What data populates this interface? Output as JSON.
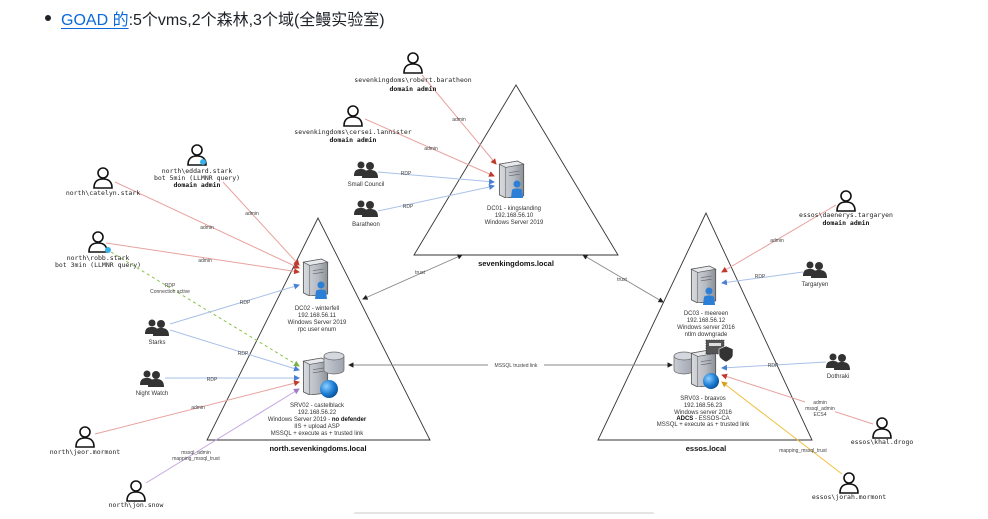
{
  "header": {
    "link_text": "GOAD 的",
    "description": " :5个vms,2个森林,3个域(全鳗实验室)",
    "link_color": "#0969da"
  },
  "colors": {
    "admin_edge": "#e8a29e",
    "admin_arrow": "#c0392b",
    "rdp_edge": "#a9c1e8",
    "rdp_arrow": "#4a7fd4",
    "rdp_active_edge": "#8bc34a",
    "mssql_edge": "#c3a6e0",
    "jorah_edge": "#f0c040",
    "trust_edge": "#888888",
    "domain_border": "#333333"
  },
  "domains": [
    {
      "id": "sevenkingdoms",
      "label": "sevenkingdoms.local"
    },
    {
      "id": "north",
      "label": "north.sevenkingdoms.local"
    },
    {
      "id": "essos",
      "label": "essos.local"
    }
  ],
  "servers": {
    "dc01": {
      "lines": [
        "DC01 - kingslanding",
        "192.168.56.10",
        "Windows Server 2019"
      ]
    },
    "dc02": {
      "lines": [
        "DC02 - winterfell",
        "192.168.56.11",
        "Windows Server 2019",
        "rpc user enum"
      ]
    },
    "srv02": {
      "lines": [
        "SRV02 - castelblack",
        "192.168.56.22"
      ],
      "os": "Windows Server 2019 - ",
      "os_bold": "no defender",
      "extra": [
        "IIS + upload ASP",
        "MSSQL + execute as + trusted link"
      ]
    },
    "dc03": {
      "lines": [
        "DC03 - meereen",
        "192.168.56.12",
        "Windows server 2016",
        "ntlm downgrade"
      ]
    },
    "srv03": {
      "lines": [
        "SRV03 - braavos",
        "192.168.56.23",
        "Windows server 2016"
      ],
      "adcs_bold": "ADCS",
      "adcs_rest": " - ESSOS-CA",
      "extra": [
        "MSSQL + execute as + trusted link"
      ]
    }
  },
  "users": {
    "robert": {
      "name": "sevenkingdoms\\robert.baratheon",
      "role": "domain admin"
    },
    "cersei": {
      "name": "sevenkingdoms\\cersei.lannister",
      "role": "domain admin"
    },
    "eddard": {
      "name": "north\\eddard.stark",
      "bot": "bot 5min (LLMNR query)",
      "role": "domain admin"
    },
    "catelyn": {
      "name": "north\\catelyn.stark"
    },
    "robb": {
      "name": "north\\robb.stark",
      "bot": "bot 3min (LLMNR query)"
    },
    "jeor": {
      "name": "north\\jeor.mormont"
    },
    "jon": {
      "name": "north\\jon.snow"
    },
    "daenerys": {
      "name": "essos\\daenerys.targaryen",
      "role": "domain admin"
    },
    "khal": {
      "name": "essos\\khal.drogo"
    },
    "jorah": {
      "name": "essos\\jorah.mormont"
    }
  },
  "groups": {
    "small_council": "Small Council",
    "baratheon": "Baratheon",
    "starks": "Starks",
    "night_watch": "Night Watch",
    "targaryen": "Targaryen",
    "dothraki": "Dothraki"
  },
  "edge_labels": {
    "admin": "admin",
    "rdp": "RDP",
    "rdp_active_1": "RDP",
    "rdp_active_2": "Connection active",
    "trust": "trust",
    "mssql_link": "MSSQL trusted link",
    "mssql_admin": "mssql_admin",
    "mapping_mssql_trust": "mapping_mssql_trust",
    "esc4": "ECS4"
  }
}
